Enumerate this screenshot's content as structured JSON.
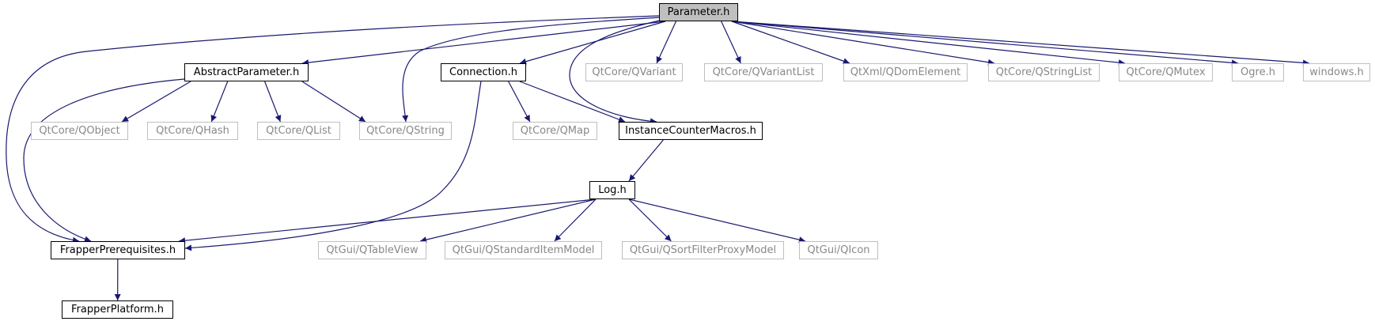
{
  "graph": {
    "edge_color": "#191970",
    "nodes": [
      {
        "id": "parameter",
        "label": "Parameter.h",
        "kind": "root"
      },
      {
        "id": "abstractparameter",
        "label": "AbstractParameter.h",
        "kind": "local"
      },
      {
        "id": "connection",
        "label": "Connection.h",
        "kind": "local"
      },
      {
        "id": "qvariant",
        "label": "QtCore/QVariant",
        "kind": "external"
      },
      {
        "id": "qvariantlist",
        "label": "QtCore/QVariantList",
        "kind": "external"
      },
      {
        "id": "qdomelement",
        "label": "QtXml/QDomElement",
        "kind": "external"
      },
      {
        "id": "qstringlist",
        "label": "QtCore/QStringList",
        "kind": "external"
      },
      {
        "id": "qmutex",
        "label": "QtCore/QMutex",
        "kind": "external"
      },
      {
        "id": "ogre",
        "label": "Ogre.h",
        "kind": "external"
      },
      {
        "id": "windows",
        "label": "windows.h",
        "kind": "external"
      },
      {
        "id": "qobject",
        "label": "QtCore/QObject",
        "kind": "external"
      },
      {
        "id": "qhash",
        "label": "QtCore/QHash",
        "kind": "external"
      },
      {
        "id": "qlist",
        "label": "QtCore/QList",
        "kind": "external"
      },
      {
        "id": "qstring",
        "label": "QtCore/QString",
        "kind": "external"
      },
      {
        "id": "qmap",
        "label": "QtCore/QMap",
        "kind": "external"
      },
      {
        "id": "instancecounter",
        "label": "InstanceCounterMacros.h",
        "kind": "local"
      },
      {
        "id": "log",
        "label": "Log.h",
        "kind": "local"
      },
      {
        "id": "frapperprereq",
        "label": "FrapperPrerequisites.h",
        "kind": "local"
      },
      {
        "id": "qtableview",
        "label": "QtGui/QTableView",
        "kind": "external"
      },
      {
        "id": "qstandarditemmodel",
        "label": "QtGui/QStandardItemModel",
        "kind": "external"
      },
      {
        "id": "qsortfilterproxymodel",
        "label": "QtGui/QSortFilterProxyModel",
        "kind": "external"
      },
      {
        "id": "qicon",
        "label": "QtGui/QIcon",
        "kind": "external"
      },
      {
        "id": "frapperplatform",
        "label": "FrapperPlatform.h",
        "kind": "local"
      }
    ],
    "edges": [
      {
        "from": "parameter",
        "to": "abstractparameter"
      },
      {
        "from": "parameter",
        "to": "connection"
      },
      {
        "from": "parameter",
        "to": "qvariant"
      },
      {
        "from": "parameter",
        "to": "qvariantlist"
      },
      {
        "from": "parameter",
        "to": "qdomelement"
      },
      {
        "from": "parameter",
        "to": "qstringlist"
      },
      {
        "from": "parameter",
        "to": "qmutex"
      },
      {
        "from": "parameter",
        "to": "ogre"
      },
      {
        "from": "parameter",
        "to": "windows"
      },
      {
        "from": "parameter",
        "to": "qstring"
      },
      {
        "from": "parameter",
        "to": "instancecounter"
      },
      {
        "from": "parameter",
        "to": "frapperprereq"
      },
      {
        "from": "abstractparameter",
        "to": "qobject"
      },
      {
        "from": "abstractparameter",
        "to": "qhash"
      },
      {
        "from": "abstractparameter",
        "to": "qlist"
      },
      {
        "from": "abstractparameter",
        "to": "qstring"
      },
      {
        "from": "abstractparameter",
        "to": "frapperprereq"
      },
      {
        "from": "connection",
        "to": "qmap"
      },
      {
        "from": "connection",
        "to": "instancecounter"
      },
      {
        "from": "connection",
        "to": "frapperprereq"
      },
      {
        "from": "instancecounter",
        "to": "log"
      },
      {
        "from": "log",
        "to": "frapperprereq"
      },
      {
        "from": "log",
        "to": "qtableview"
      },
      {
        "from": "log",
        "to": "qstandarditemmodel"
      },
      {
        "from": "log",
        "to": "qsortfilterproxymodel"
      },
      {
        "from": "log",
        "to": "qicon"
      },
      {
        "from": "frapperprereq",
        "to": "frapperplatform"
      }
    ]
  }
}
